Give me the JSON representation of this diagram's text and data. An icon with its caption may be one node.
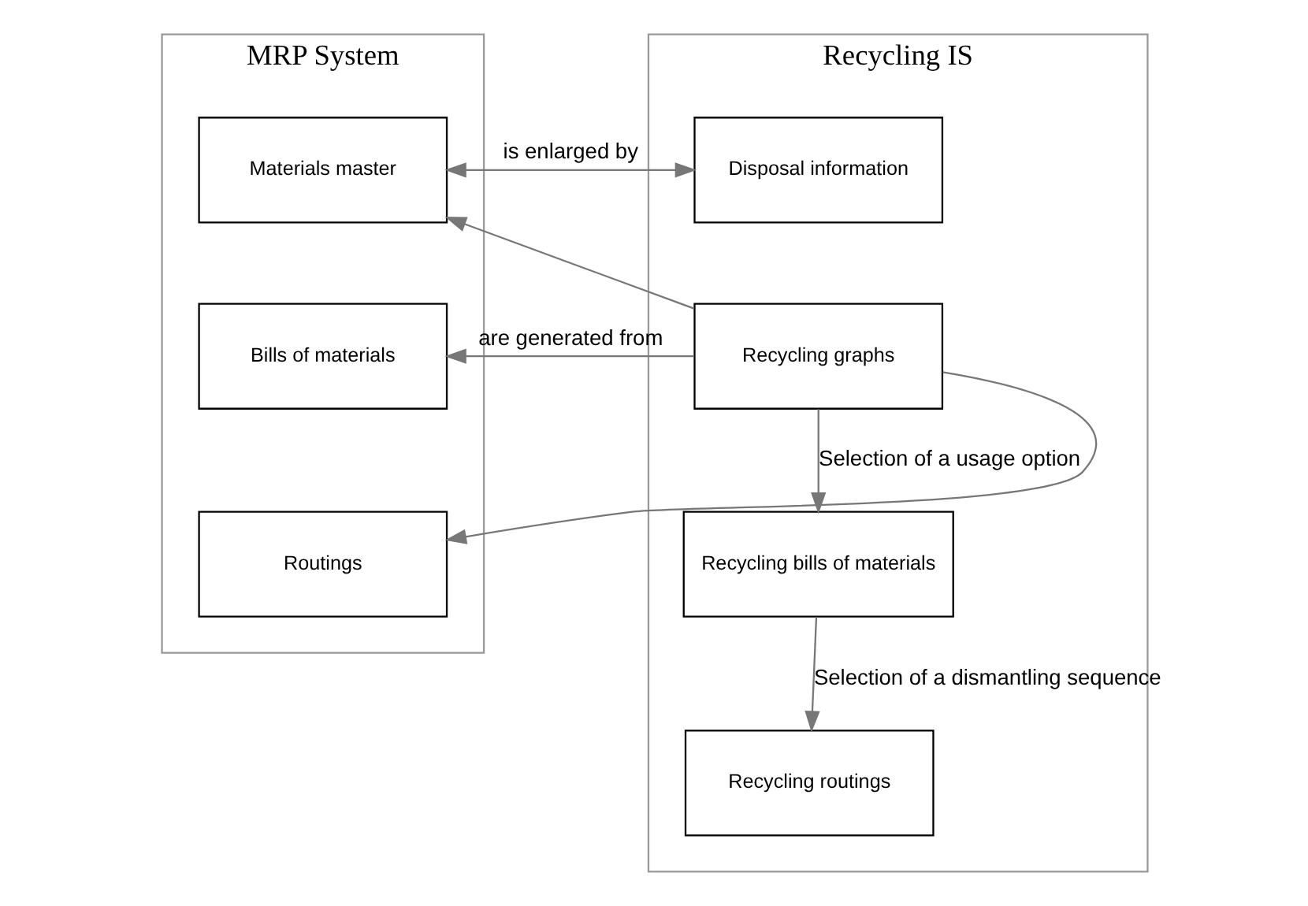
{
  "diagram": {
    "nodes": [
      {
        "text": [
          "MRP System"
        ]
      },
      {
        "text": [
          "Materials master"
        ],
        "in": 0
      },
      {
        "text": [
          "Bills of materials"
        ],
        "in": 0
      },
      {
        "text": [
          "Routings"
        ],
        "in": 0
      },
      {
        "text": [
          "Recycling IS"
        ]
      },
      {
        "text": [
          "Disposal information"
        ],
        "in": 4
      },
      {
        "text": [
          "Recycling graphs"
        ],
        "in": 4
      },
      {
        "text": [
          "Recycling bills of materials"
        ],
        "in": 4
      },
      {
        "text": [
          "Recycling routings"
        ],
        "in": 4
      }
    ],
    "edges": [
      {
        "from": 1,
        "to": 5,
        "arrow": "both",
        "label": "is enlarged by"
      },
      {
        "from": 6,
        "to": 1,
        "arrow": "to"
      },
      {
        "from": 6,
        "to": 2,
        "arrow": "to",
        "label": "are generated from"
      },
      {
        "from": 6,
        "to": 3,
        "arrow": "to"
      },
      {
        "from": 6,
        "to": 7,
        "arrow": "to",
        "label": "Selection of a usage option"
      },
      {
        "from": 7,
        "to": 8,
        "arrow": "to",
        "label": "Selection of a dismantling sequence"
      }
    ]
  }
}
